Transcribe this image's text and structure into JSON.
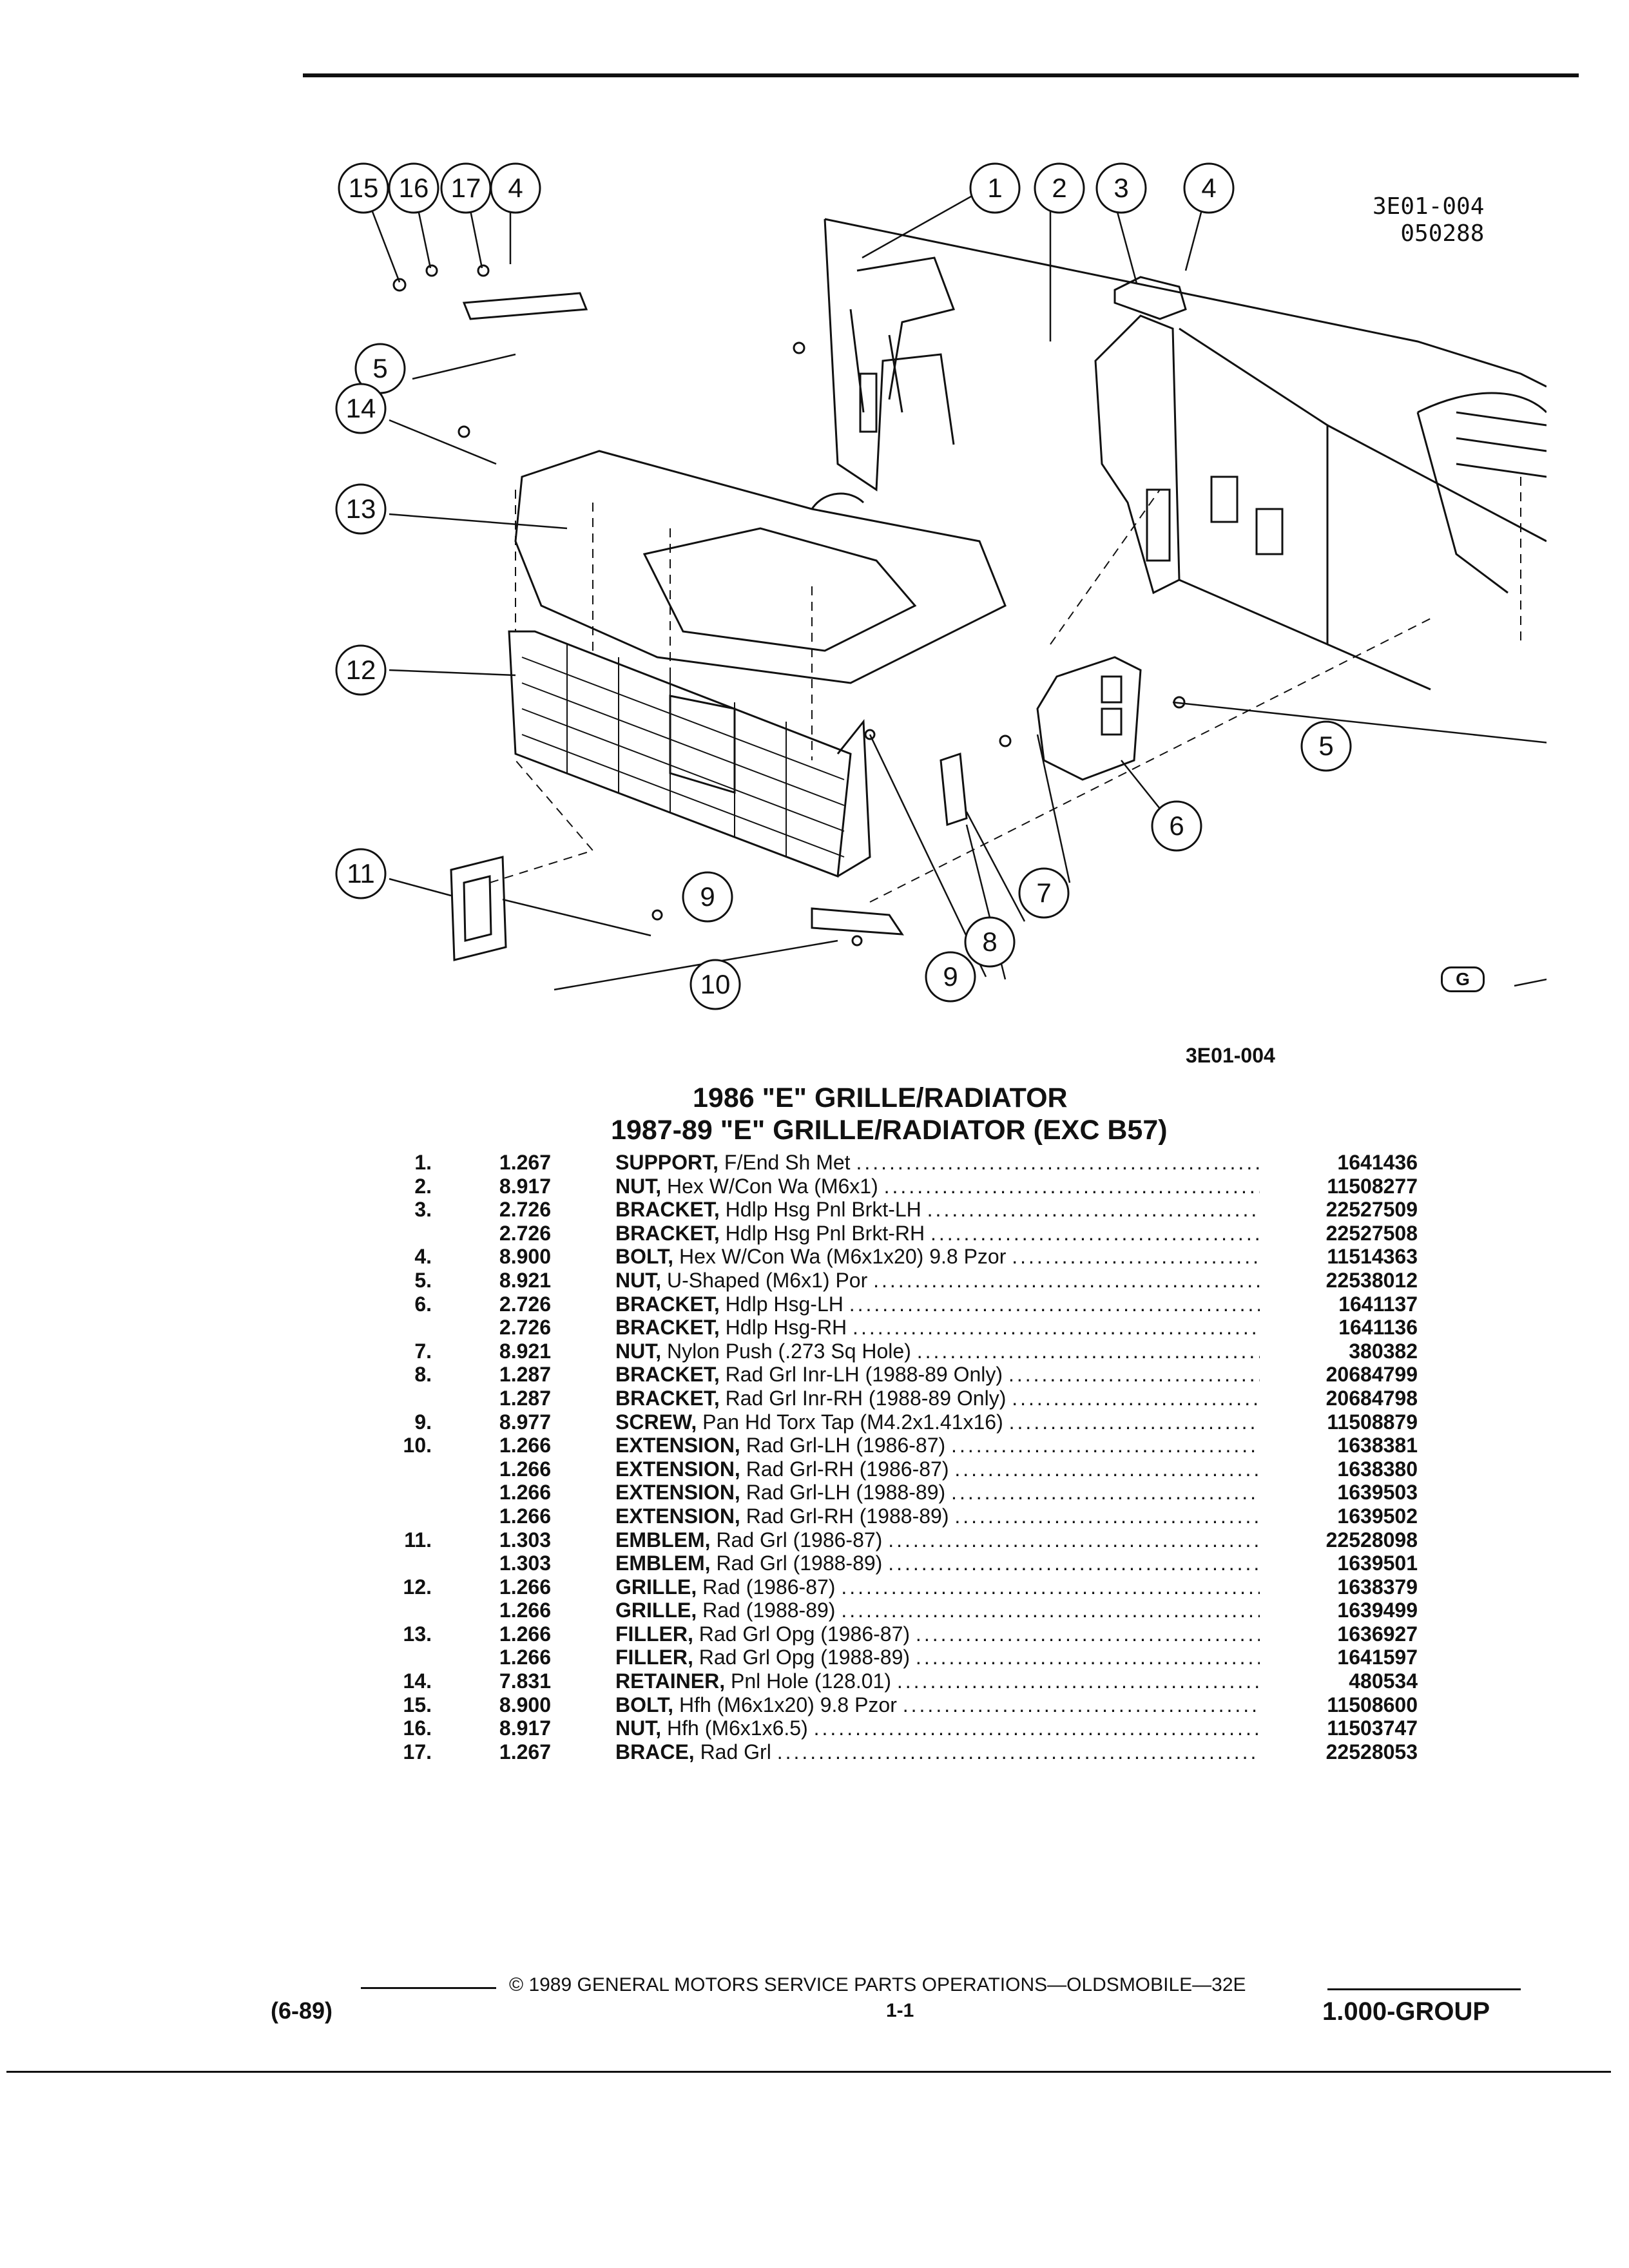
{
  "illustration": {
    "code_line1": "3E01-004",
    "code_line2": "050288",
    "caption": "3E01-004",
    "logo_text": "G",
    "callouts": [
      "15",
      "16",
      "17",
      "4",
      "1",
      "2",
      "3",
      "4",
      "5",
      "14",
      "13",
      "12",
      "11",
      "9",
      "10",
      "9",
      "8",
      "7",
      "6",
      "5"
    ]
  },
  "headings": {
    "line1": "1986 \"E\" GRILLE/RADIATOR",
    "line2": "1987-89 \"E\" GRILLE/RADIATOR (EXC B57)"
  },
  "parts": [
    {
      "key": "1.",
      "group": "1.267",
      "name": "SUPPORT,",
      "desc": "F/End Sh Met",
      "part": "1641436"
    },
    {
      "key": "2.",
      "group": "8.917",
      "name": "NUT,",
      "desc": "Hex W/Con Wa (M6x1)",
      "part": "11508277"
    },
    {
      "key": "3.",
      "group": "2.726",
      "name": "BRACKET,",
      "desc": "Hdlp Hsg Pnl Brkt-LH",
      "part": "22527509"
    },
    {
      "key": "",
      "group": "2.726",
      "name": "BRACKET,",
      "desc": "Hdlp Hsg Pnl Brkt-RH",
      "part": "22527508"
    },
    {
      "key": "4.",
      "group": "8.900",
      "name": "BOLT,",
      "desc": "Hex W/Con Wa (M6x1x20) 9.8 Pzor",
      "part": "11514363"
    },
    {
      "key": "5.",
      "group": "8.921",
      "name": "NUT,",
      "desc": "U-Shaped (M6x1) Por",
      "part": "22538012"
    },
    {
      "key": "6.",
      "group": "2.726",
      "name": "BRACKET,",
      "desc": "Hdlp Hsg-LH",
      "part": "1641137"
    },
    {
      "key": "",
      "group": "2.726",
      "name": "BRACKET,",
      "desc": "Hdlp Hsg-RH",
      "part": "1641136"
    },
    {
      "key": "7.",
      "group": "8.921",
      "name": "NUT,",
      "desc": "Nylon Push (.273 Sq Hole)",
      "part": "380382"
    },
    {
      "key": "8.",
      "group": "1.287",
      "name": "BRACKET,",
      "desc": "Rad Grl Inr-LH (1988-89 Only)",
      "part": "20684799"
    },
    {
      "key": "",
      "group": "1.287",
      "name": "BRACKET,",
      "desc": "Rad Grl Inr-RH (1988-89 Only)",
      "part": "20684798"
    },
    {
      "key": "9.",
      "group": "8.977",
      "name": "SCREW,",
      "desc": "Pan Hd Torx Tap (M4.2x1.41x16)",
      "part": "11508879"
    },
    {
      "key": "10.",
      "group": "1.266",
      "name": "EXTENSION,",
      "desc": "Rad Grl-LH (1986-87)",
      "part": "1638381"
    },
    {
      "key": "",
      "group": "1.266",
      "name": "EXTENSION,",
      "desc": "Rad Grl-RH (1986-87)",
      "part": "1638380"
    },
    {
      "key": "",
      "group": "1.266",
      "name": "EXTENSION,",
      "desc": "Rad Grl-LH (1988-89)",
      "part": "1639503"
    },
    {
      "key": "",
      "group": "1.266",
      "name": "EXTENSION,",
      "desc": "Rad Grl-RH (1988-89)",
      "part": "1639502"
    },
    {
      "key": "11.",
      "group": "1.303",
      "name": "EMBLEM,",
      "desc": "Rad Grl (1986-87)",
      "part": "22528098"
    },
    {
      "key": "",
      "group": "1.303",
      "name": "EMBLEM,",
      "desc": "Rad Grl (1988-89)",
      "part": "1639501"
    },
    {
      "key": "12.",
      "group": "1.266",
      "name": "GRILLE,",
      "desc": "Rad (1986-87)",
      "part": "1638379"
    },
    {
      "key": "",
      "group": "1.266",
      "name": "GRILLE,",
      "desc": "Rad (1988-89)",
      "part": "1639499"
    },
    {
      "key": "13.",
      "group": "1.266",
      "name": "FILLER,",
      "desc": "Rad Grl Opg (1986-87)",
      "part": "1636927"
    },
    {
      "key": "",
      "group": "1.266",
      "name": "FILLER,",
      "desc": "Rad Grl Opg (1988-89)",
      "part": "1641597"
    },
    {
      "key": "14.",
      "group": "7.831",
      "name": "RETAINER,",
      "desc": "Pnl Hole (128.01)",
      "part": "480534"
    },
    {
      "key": "15.",
      "group": "8.900",
      "name": "BOLT,",
      "desc": "Hfh (M6x1x20) 9.8 Pzor",
      "part": "11508600"
    },
    {
      "key": "16.",
      "group": "8.917",
      "name": "NUT,",
      "desc": "Hfh (M6x1x6.5)",
      "part": "11503747"
    },
    {
      "key": "17.",
      "group": "1.267",
      "name": "BRACE,",
      "desc": "Rad Grl",
      "part": "22528053"
    }
  ],
  "footer": {
    "date": "(6-89)",
    "copyright": "© 1989 GENERAL MOTORS SERVICE PARTS OPERATIONS—OLDSMOBILE—32E",
    "page": "1-1",
    "group": "1.000-GROUP"
  }
}
